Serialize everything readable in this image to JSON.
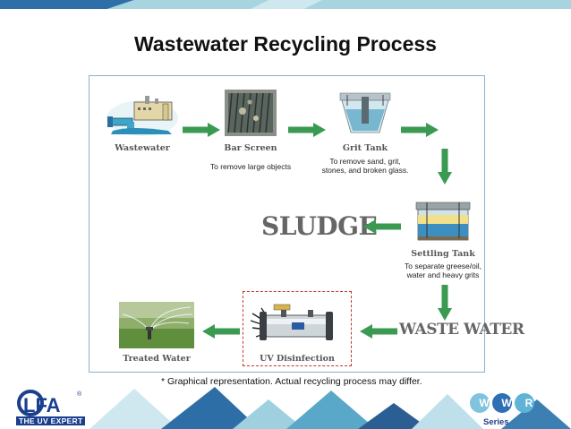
{
  "title": "Wastewater Recycling Process",
  "colors": {
    "arrow": "#3a9a52",
    "panel_border": "#8fb0c8",
    "uv_border": "#c0392b",
    "brand_blue": "#1b3f8f"
  },
  "stages": {
    "wastewater": {
      "label": "Wastewater"
    },
    "bar_screen": {
      "label": "Bar Screen",
      "desc": "To remove large objects"
    },
    "grit_tank": {
      "label": "Grit Tank",
      "desc": [
        "To remove sand, grit,",
        "stones, and broken glass."
      ]
    },
    "settling_tank": {
      "label": "Settling Tank",
      "desc": [
        "To separate greese/oil,",
        "water and heavy grits"
      ]
    },
    "sludge": {
      "label": "SLUDGE"
    },
    "waste_water": {
      "label": "WASTE WATER"
    },
    "uv_disinfection": {
      "label": "UV Disinfection"
    },
    "treated_water": {
      "label": "Treated Water"
    }
  },
  "footnote": "* Graphical representation. Actual recycling process may differ.",
  "logos": {
    "alfa": {
      "name": "ALFA",
      "tagline": "THE UV EXPERT"
    },
    "wwr": {
      "letters": [
        "W",
        "W",
        "R"
      ],
      "subtitle": "Series"
    }
  }
}
